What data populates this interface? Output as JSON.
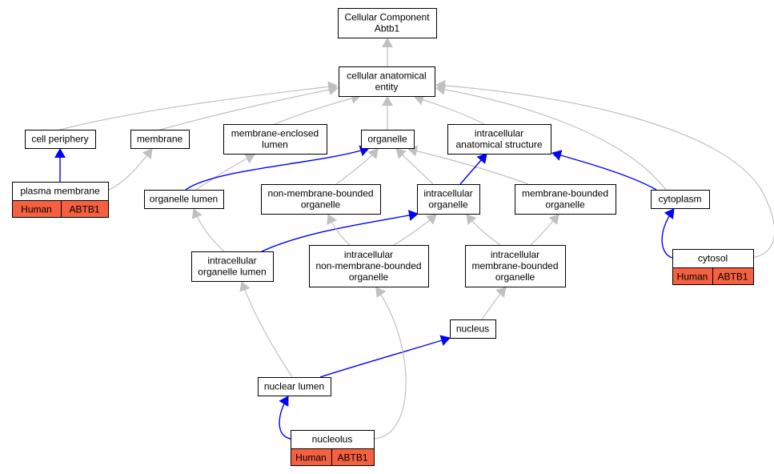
{
  "colors": {
    "edge_gray": "#c0c0c0",
    "edge_blue": "#0000ff",
    "annotation_fill": "#f46040",
    "node_border": "#000000",
    "node_fill": "#ffffff"
  },
  "nodes": {
    "root": {
      "lines": [
        "Cellular Component",
        "Abtb1"
      ]
    },
    "cae": {
      "lines": [
        "cellular anatomical",
        "entity"
      ]
    },
    "cell_periphery": {
      "lines": [
        "cell periphery"
      ]
    },
    "membrane": {
      "lines": [
        "membrane"
      ]
    },
    "mel": {
      "lines": [
        "membrane-enclosed",
        "lumen"
      ]
    },
    "organelle": {
      "lines": [
        "organelle"
      ]
    },
    "ias": {
      "lines": [
        "intracellular",
        "anatomical structure"
      ]
    },
    "plasma_membrane": {
      "lines": [
        "plasma membrane"
      ],
      "annotation": [
        "Human",
        "ABTB1"
      ]
    },
    "organelle_lumen": {
      "lines": [
        "organelle lumen"
      ]
    },
    "nmbo": {
      "lines": [
        "non-membrane-bounded",
        "organelle"
      ]
    },
    "io": {
      "lines": [
        "intracellular",
        "organelle"
      ]
    },
    "mbo": {
      "lines": [
        "membrane-bounded",
        "organelle"
      ]
    },
    "cytoplasm": {
      "lines": [
        "cytoplasm"
      ]
    },
    "iol": {
      "lines": [
        "intracellular",
        "organelle lumen"
      ]
    },
    "inmbo": {
      "lines": [
        "intracellular",
        "non-membrane-bounded",
        "organelle"
      ]
    },
    "imbo": {
      "lines": [
        "intracellular",
        "membrane-bounded",
        "organelle"
      ]
    },
    "cytosol": {
      "lines": [
        "cytosol"
      ],
      "annotation": [
        "Human",
        "ABTB1"
      ]
    },
    "nucleus": {
      "lines": [
        "nucleus"
      ]
    },
    "nuclear_lumen": {
      "lines": [
        "nuclear lumen"
      ]
    },
    "nucleolus": {
      "lines": [
        "nucleolus"
      ],
      "annotation": [
        "Human",
        "ABTB1"
      ]
    }
  },
  "edges": [
    {
      "from": "cae",
      "to": "root",
      "color": "gray"
    },
    {
      "from": "cell_periphery",
      "to": "cae",
      "color": "gray"
    },
    {
      "from": "membrane",
      "to": "cae",
      "color": "gray"
    },
    {
      "from": "mel",
      "to": "cae",
      "color": "gray"
    },
    {
      "from": "organelle",
      "to": "cae",
      "color": "gray"
    },
    {
      "from": "ias",
      "to": "cae",
      "color": "gray"
    },
    {
      "from": "cytoplasm",
      "to": "cae",
      "color": "gray"
    },
    {
      "from": "cytosol",
      "to": "cae",
      "color": "gray"
    },
    {
      "from": "plasma_membrane",
      "to": "cell_periphery",
      "color": "blue"
    },
    {
      "from": "plasma_membrane",
      "to": "membrane",
      "color": "gray"
    },
    {
      "from": "organelle_lumen",
      "to": "mel",
      "color": "gray"
    },
    {
      "from": "organelle_lumen",
      "to": "organelle",
      "color": "blue"
    },
    {
      "from": "nmbo",
      "to": "organelle",
      "color": "gray"
    },
    {
      "from": "io",
      "to": "organelle",
      "color": "gray"
    },
    {
      "from": "mbo",
      "to": "organelle",
      "color": "gray"
    },
    {
      "from": "io",
      "to": "ias",
      "color": "blue"
    },
    {
      "from": "cytoplasm",
      "to": "ias",
      "color": "blue"
    },
    {
      "from": "iol",
      "to": "organelle_lumen",
      "color": "gray"
    },
    {
      "from": "iol",
      "to": "io",
      "color": "blue"
    },
    {
      "from": "inmbo",
      "to": "nmbo",
      "color": "gray"
    },
    {
      "from": "inmbo",
      "to": "io",
      "color": "gray"
    },
    {
      "from": "imbo",
      "to": "io",
      "color": "gray"
    },
    {
      "from": "imbo",
      "to": "mbo",
      "color": "gray"
    },
    {
      "from": "cytosol",
      "to": "cytoplasm",
      "color": "blue"
    },
    {
      "from": "nucleus",
      "to": "imbo",
      "color": "gray"
    },
    {
      "from": "nuclear_lumen",
      "to": "iol",
      "color": "gray"
    },
    {
      "from": "nuclear_lumen",
      "to": "nucleus",
      "color": "blue"
    },
    {
      "from": "nucleolus",
      "to": "nuclear_lumen",
      "color": "blue"
    },
    {
      "from": "nucleolus",
      "to": "inmbo",
      "color": "gray"
    }
  ]
}
